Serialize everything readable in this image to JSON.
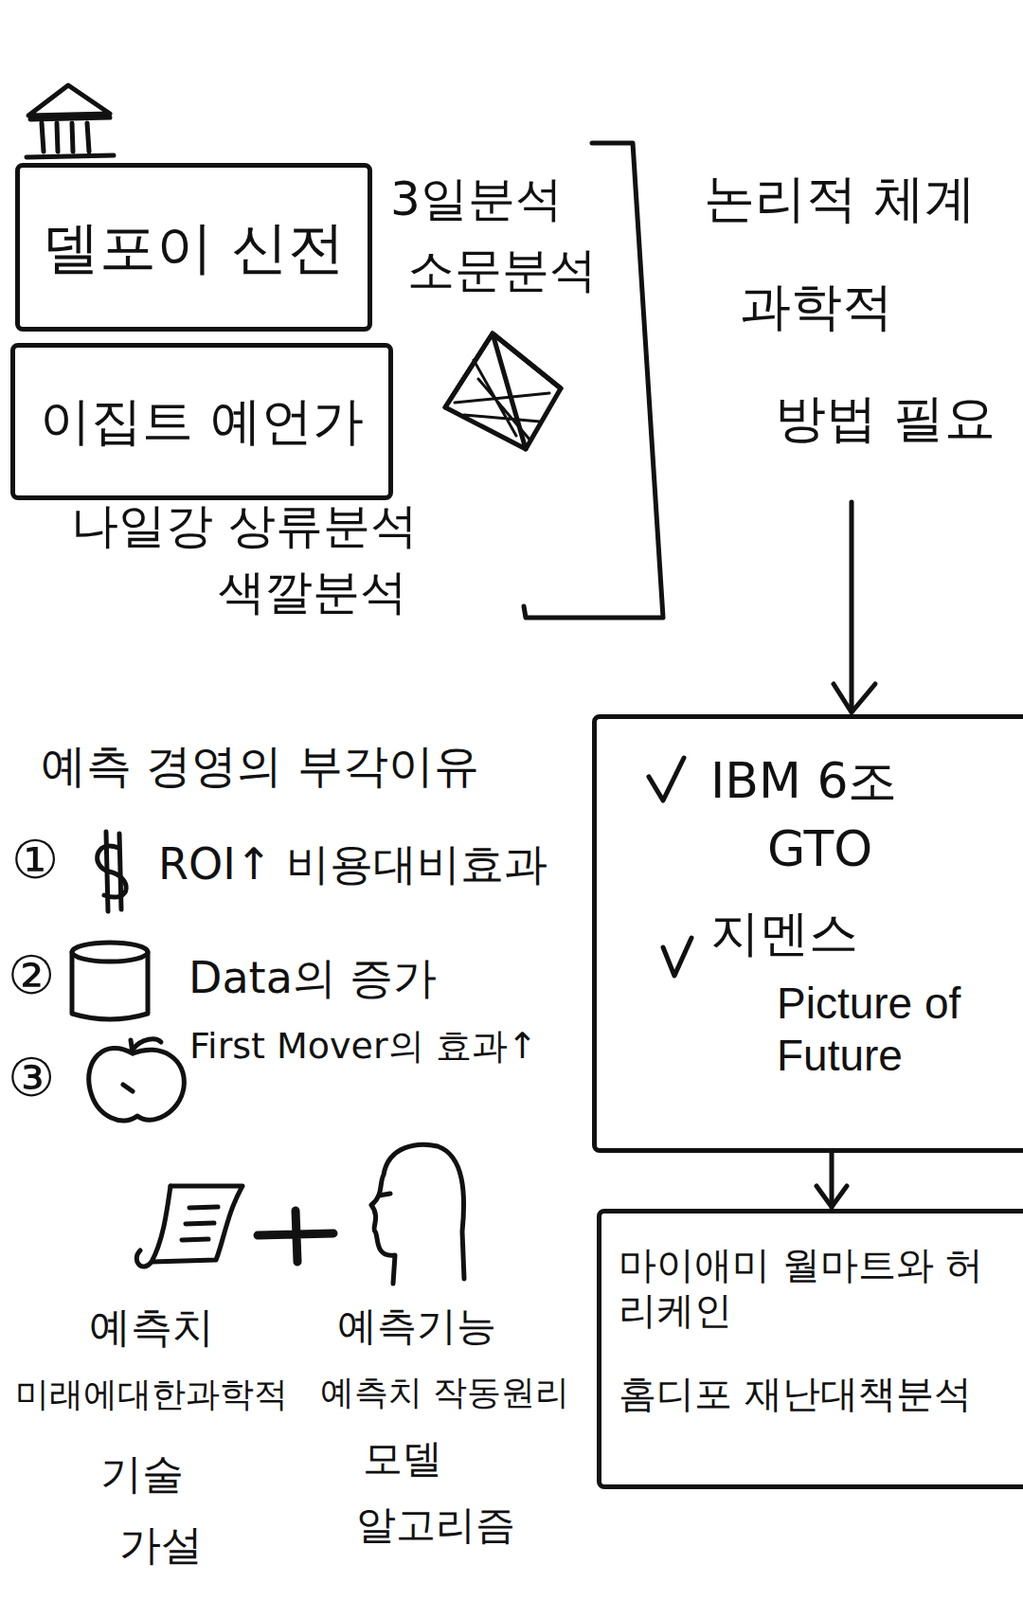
{
  "diagram": {
    "nodes": [
      {
        "text": [
          "델포이 신전"
        ]
      },
      {
        "text": [
          "이집트 예언가"
        ]
      },
      {
        "text": [
          "IBM 6조",
          "GTO",
          "지멘스",
          "Picture of Future"
        ]
      },
      {
        "text": [
          "마이애미 월마트와 허리케인",
          "홈디포 재난대책분석"
        ]
      }
    ],
    "edges": [
      {
        "from": 2,
        "to": 3,
        "arrow": "to"
      }
    ],
    "labels": [
      "3일분석",
      "소문분석",
      "나일강 상류분석",
      "색깔분석",
      "논리적 체계",
      "과학적",
      "방법 필요",
      "예측 경영의 부각이유",
      "①",
      "ROI↑ 비용대비효과",
      "②",
      "Data의 증가",
      "③",
      "First Mover의 효과↑",
      "예측치",
      "미래에대한과학적",
      "기술",
      "가설",
      "예측기능",
      "예측치 작동원리",
      "모델",
      "알고리즘"
    ]
  }
}
